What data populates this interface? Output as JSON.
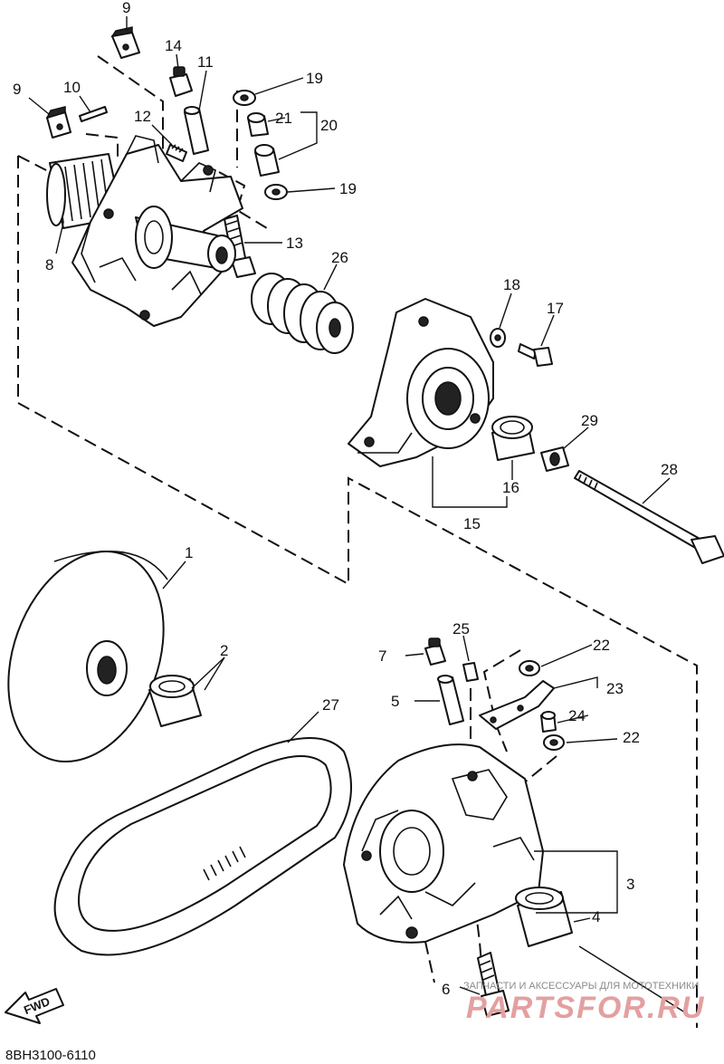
{
  "callouts": [
    {
      "id": "c9a",
      "label": "9"
    },
    {
      "id": "c9b",
      "label": "9"
    },
    {
      "id": "c10",
      "label": "10"
    },
    {
      "id": "c14",
      "label": "14"
    },
    {
      "id": "c11",
      "label": "11"
    },
    {
      "id": "c12",
      "label": "12"
    },
    {
      "id": "c19a",
      "label": "19"
    },
    {
      "id": "c21",
      "label": "21"
    },
    {
      "id": "c20",
      "label": "20"
    },
    {
      "id": "c19b",
      "label": "19"
    },
    {
      "id": "c8",
      "label": "8"
    },
    {
      "id": "c13",
      "label": "13"
    },
    {
      "id": "c26",
      "label": "26"
    },
    {
      "id": "c18",
      "label": "18"
    },
    {
      "id": "c17",
      "label": "17"
    },
    {
      "id": "c29",
      "label": "29"
    },
    {
      "id": "c28",
      "label": "28"
    },
    {
      "id": "c16",
      "label": "16"
    },
    {
      "id": "c15",
      "label": "15"
    },
    {
      "id": "c1",
      "label": "1"
    },
    {
      "id": "c2",
      "label": "2"
    },
    {
      "id": "c25",
      "label": "25"
    },
    {
      "id": "c7",
      "label": "7"
    },
    {
      "id": "c22a",
      "label": "22"
    },
    {
      "id": "c5",
      "label": "5"
    },
    {
      "id": "c23",
      "label": "23"
    },
    {
      "id": "c24",
      "label": "24"
    },
    {
      "id": "c22b",
      "label": "22"
    },
    {
      "id": "c27",
      "label": "27"
    },
    {
      "id": "c3",
      "label": "3"
    },
    {
      "id": "c4",
      "label": "4"
    },
    {
      "id": "c6",
      "label": "6"
    }
  ],
  "drawing_code": "8BH3100-6110",
  "fwd_label": "FWD",
  "watermark": {
    "tagline": "ЗАПЧАСТИ И АКСЕССУАРЫ ДЛЯ МОТОТЕХНИКИ",
    "site": "PARTSFOR.RU"
  },
  "colors": {
    "line": "#111111",
    "background": "#ffffff",
    "watermark": "#e3a0a0"
  }
}
